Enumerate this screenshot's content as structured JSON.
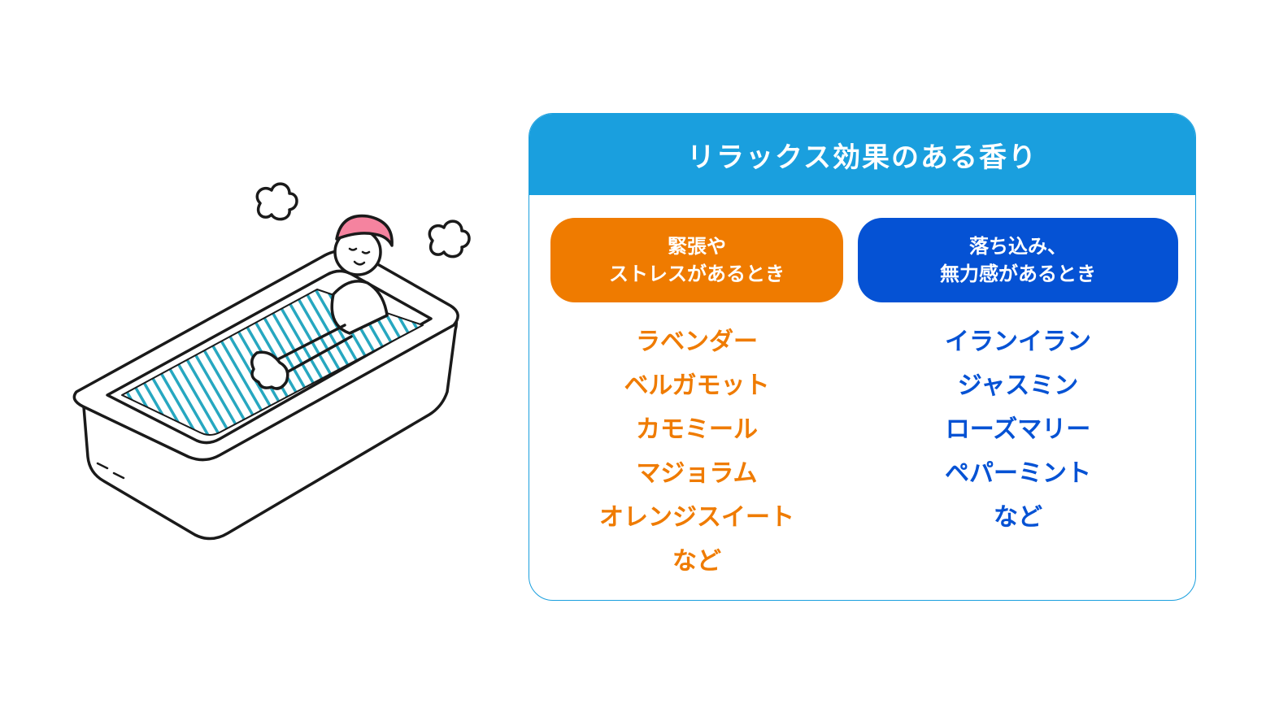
{
  "card": {
    "title": "リラックス効果のある香り",
    "left": {
      "label_line1": "緊張や",
      "label_line2": "ストレスがあるとき",
      "items": [
        "ラベンダー",
        "ベルガモット",
        "カモミール",
        "マジョラム",
        "オレンジスイート",
        "など"
      ]
    },
    "right": {
      "label_line1": "落ち込み、",
      "label_line2": "無力感があるとき",
      "items": [
        "イランイラン",
        "ジャスミン",
        "ローズマリー",
        "ペパーミント",
        "など"
      ]
    }
  },
  "colors": {
    "header_blue": "#1a9fde",
    "orange": "#ef7b00",
    "blue": "#0552d4",
    "cap_pink": "#f5839f",
    "water_teal": "#27a7c0"
  },
  "illustration": {
    "icon": "person-in-bathtub-illustration"
  }
}
